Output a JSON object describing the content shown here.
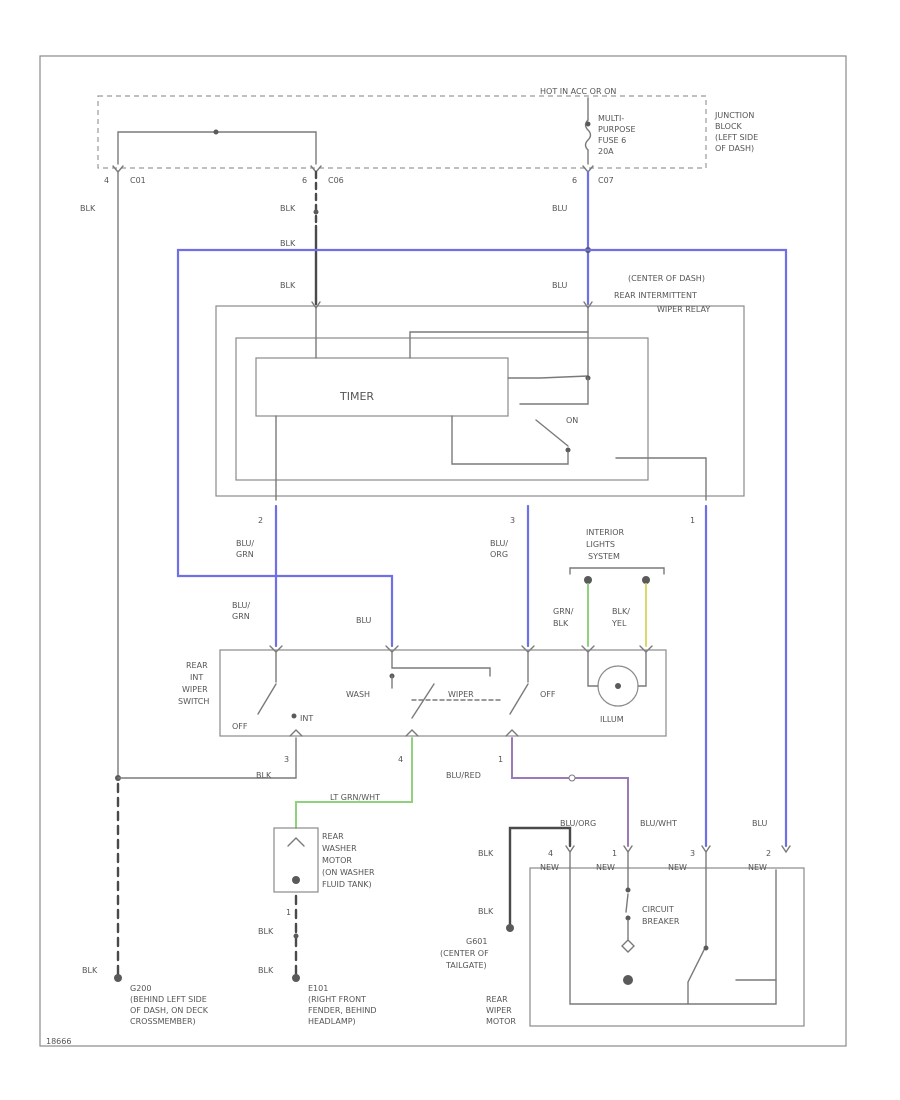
{
  "page_label": "18666",
  "fuse_block": {
    "header": "HOT IN ACC OR ON",
    "fuse_lines": [
      "MULTI-",
      "PURPOSE",
      "FUSE 6",
      "20A"
    ],
    "location_lines": [
      "JUNCTION",
      "BLOCK",
      "(LEFT SIDE",
      "OF DASH)"
    ]
  },
  "connectors": {
    "c_left": "C01",
    "c_left_pin": "4",
    "c_mid": "C06",
    "c_mid_pin": "6",
    "c_right": "C07",
    "c_right_pin": "6"
  },
  "wire_colors": {
    "blk": "BLK",
    "blu": "BLU",
    "blu_grn": [
      "BLU/",
      "GRN"
    ],
    "blu_org": [
      "BLU/",
      "ORG"
    ],
    "grn_blk": [
      "GRN/",
      "BLK"
    ],
    "blk_yel": [
      "BLK/",
      "YEL"
    ],
    "lt_grn_wht": "LT GRN/WHT",
    "blu_red": "BLU/RED",
    "blu_org_motor": "BLU/ORG",
    "blu_wht": "BLU/WHT"
  },
  "relay": {
    "location_lines": [
      "(CENTER OF DASH)",
      "REAR INTERMITTENT",
      "WIPER RELAY"
    ],
    "timer_label": "TIMER",
    "switch_label": "ON",
    "pins": [
      "2",
      "3",
      "1"
    ]
  },
  "interior_lights": [
    "INTERIOR",
    "LIGHTS",
    "SYSTEM"
  ],
  "rear_switch": {
    "title_lines": [
      "REAR",
      "INT",
      "WIPER",
      "SWITCH"
    ],
    "positions": {
      "off": "OFF",
      "int": "INT",
      "wash": "WASH",
      "wiper": "WIPER",
      "off2": "OFF",
      "illum": "ILLUM"
    },
    "pins": [
      "3",
      "4",
      "1"
    ]
  },
  "washer_motor": {
    "lines": [
      "REAR",
      "WASHER",
      "MOTOR",
      "(ON WASHER",
      "FLUID TANK)"
    ],
    "pin": "1"
  },
  "ground_left": [
    "G200",
    "(BEHIND LEFT SIDE",
    "OF DASH, ON DECK",
    "CROSSMEMBER)"
  ],
  "ground_mid": [
    "E101",
    "(RIGHT FRONT",
    "FENDER, BEHIND",
    "HEADLAMP)"
  ],
  "ground_right": [
    "G601",
    "(CENTER OF",
    "TAILGATE)"
  ],
  "wiper_motor": {
    "title_lines": [
      "REAR",
      "WIPER",
      "MOTOR"
    ],
    "pins": [
      "4",
      "1",
      "3",
      "2"
    ],
    "pin_tag": "NEW",
    "breaker_lines": [
      "CIRCUIT",
      "BREAKER"
    ]
  }
}
